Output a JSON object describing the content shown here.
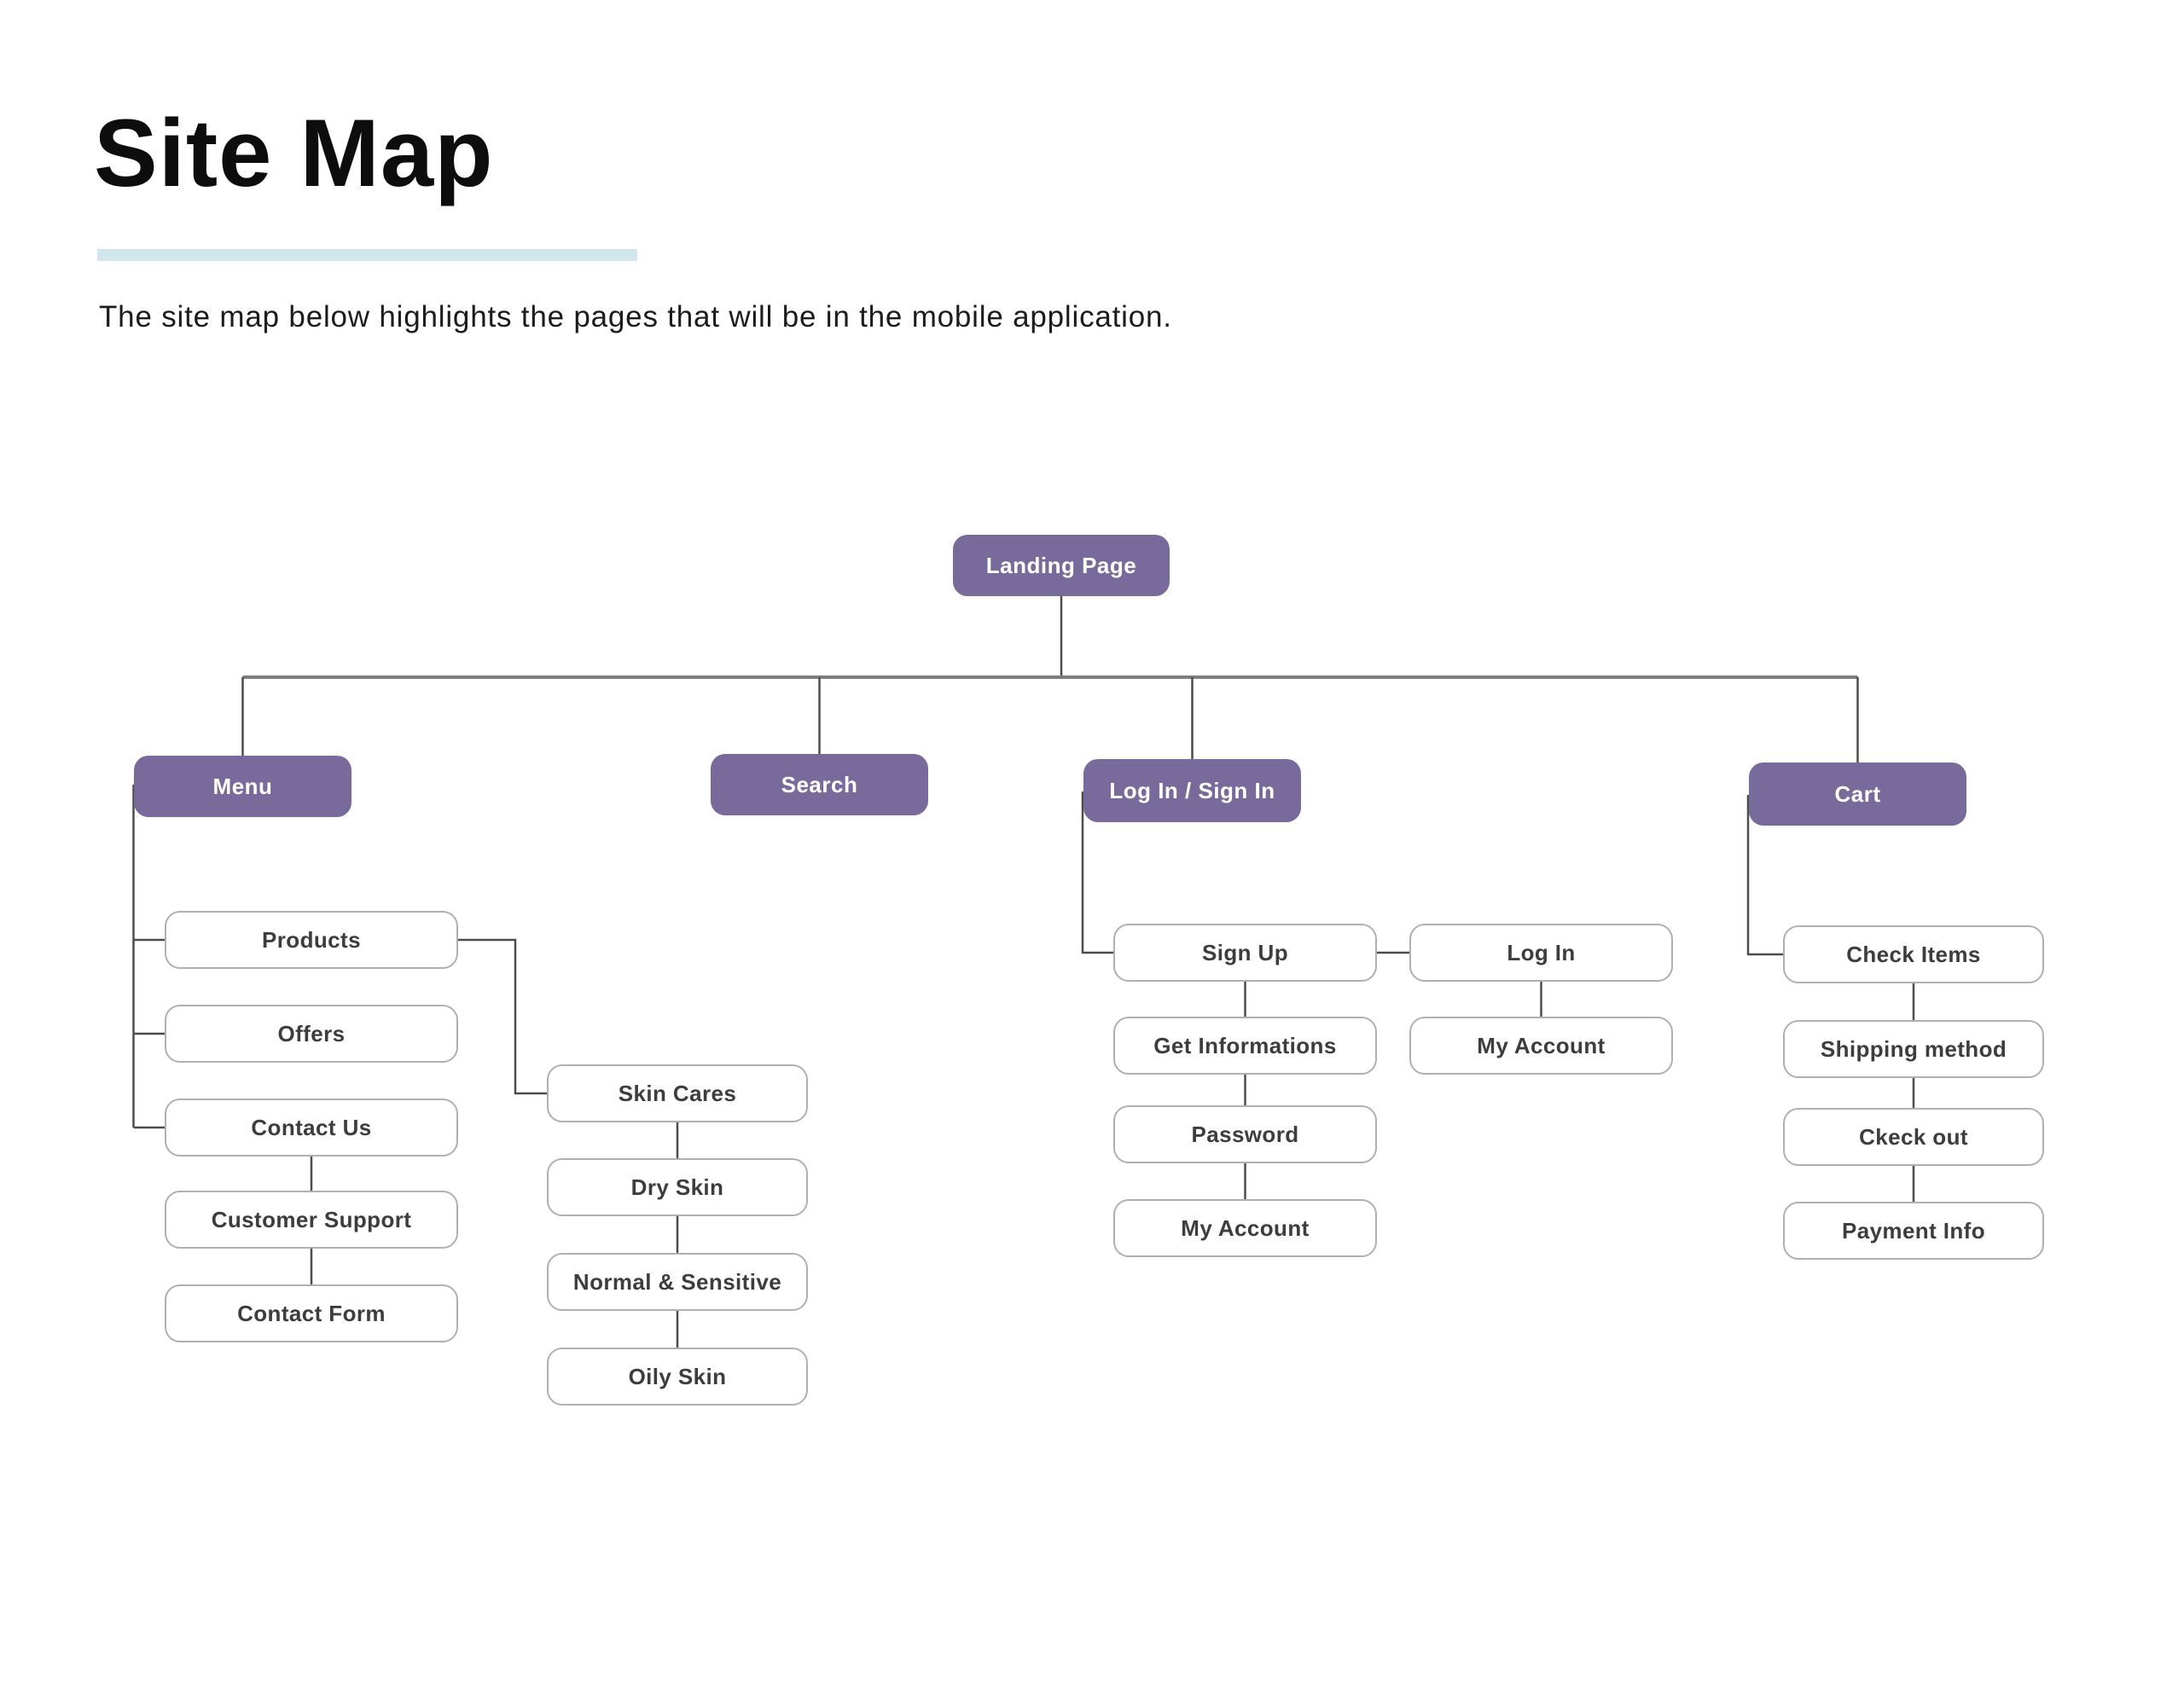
{
  "page": {
    "title": "Site Map",
    "subtitle": "The site map below highlights the pages that will be in the mobile application."
  },
  "colors": {
    "node_primary_fill": "#786A9B",
    "node_primary_text": "#FFFFFF",
    "box_border": "#B0B0B0",
    "box_text": "#3D3D3D",
    "connector_line": "#4D4D4D",
    "title_underline": "#D2E6EE",
    "background": "#FFFFFF"
  },
  "diagram": {
    "nodes": {
      "landing": {
        "label": "Landing Page",
        "level": "primary"
      },
      "menu": {
        "label": "Menu",
        "level": "primary"
      },
      "search": {
        "label": "Search",
        "level": "primary"
      },
      "login_signin": {
        "label": "Log In / Sign In",
        "level": "primary"
      },
      "cart": {
        "label": "Cart",
        "level": "primary"
      },
      "products": {
        "label": "Products",
        "level": "secondary"
      },
      "offers": {
        "label": "Offers",
        "level": "secondary"
      },
      "contact_us": {
        "label": "Contact Us",
        "level": "secondary"
      },
      "customer_support": {
        "label": "Customer Support",
        "level": "secondary"
      },
      "contact_form": {
        "label": "Contact Form",
        "level": "secondary"
      },
      "skin_cares": {
        "label": "Skin Cares",
        "level": "secondary"
      },
      "dry_skin": {
        "label": "Dry Skin",
        "level": "secondary"
      },
      "normal_sensitive": {
        "label": "Normal & Sensitive",
        "level": "secondary"
      },
      "oily_skin": {
        "label": "Oily Skin",
        "level": "secondary"
      },
      "sign_up": {
        "label": "Sign Up",
        "level": "secondary"
      },
      "log_in": {
        "label": "Log In",
        "level": "secondary"
      },
      "get_informations": {
        "label": "Get Informations",
        "level": "secondary"
      },
      "password": {
        "label": "Password",
        "level": "secondary"
      },
      "my_account_signup": {
        "label": "My Account",
        "level": "secondary"
      },
      "my_account_login": {
        "label": "My Account",
        "level": "secondary"
      },
      "check_items": {
        "label": "Check Items",
        "level": "secondary"
      },
      "shipping_method": {
        "label": "Shipping method",
        "level": "secondary"
      },
      "ckeck_out": {
        "label": "Ckeck out",
        "level": "secondary"
      },
      "payment_info": {
        "label": "Payment Info",
        "level": "secondary"
      }
    },
    "edges": [
      [
        "landing",
        "menu"
      ],
      [
        "landing",
        "search"
      ],
      [
        "landing",
        "login_signin"
      ],
      [
        "landing",
        "cart"
      ],
      [
        "menu",
        "products"
      ],
      [
        "menu",
        "offers"
      ],
      [
        "menu",
        "contact_us"
      ],
      [
        "contact_us",
        "customer_support"
      ],
      [
        "customer_support",
        "contact_form"
      ],
      [
        "products",
        "skin_cares"
      ],
      [
        "skin_cares",
        "dry_skin"
      ],
      [
        "dry_skin",
        "normal_sensitive"
      ],
      [
        "normal_sensitive",
        "oily_skin"
      ],
      [
        "login_signin",
        "sign_up"
      ],
      [
        "sign_up",
        "log_in"
      ],
      [
        "sign_up",
        "get_informations"
      ],
      [
        "get_informations",
        "password"
      ],
      [
        "password",
        "my_account_signup"
      ],
      [
        "log_in",
        "my_account_login"
      ],
      [
        "cart",
        "check_items"
      ],
      [
        "check_items",
        "shipping_method"
      ],
      [
        "shipping_method",
        "ckeck_out"
      ],
      [
        "ckeck_out",
        "payment_info"
      ]
    ]
  }
}
